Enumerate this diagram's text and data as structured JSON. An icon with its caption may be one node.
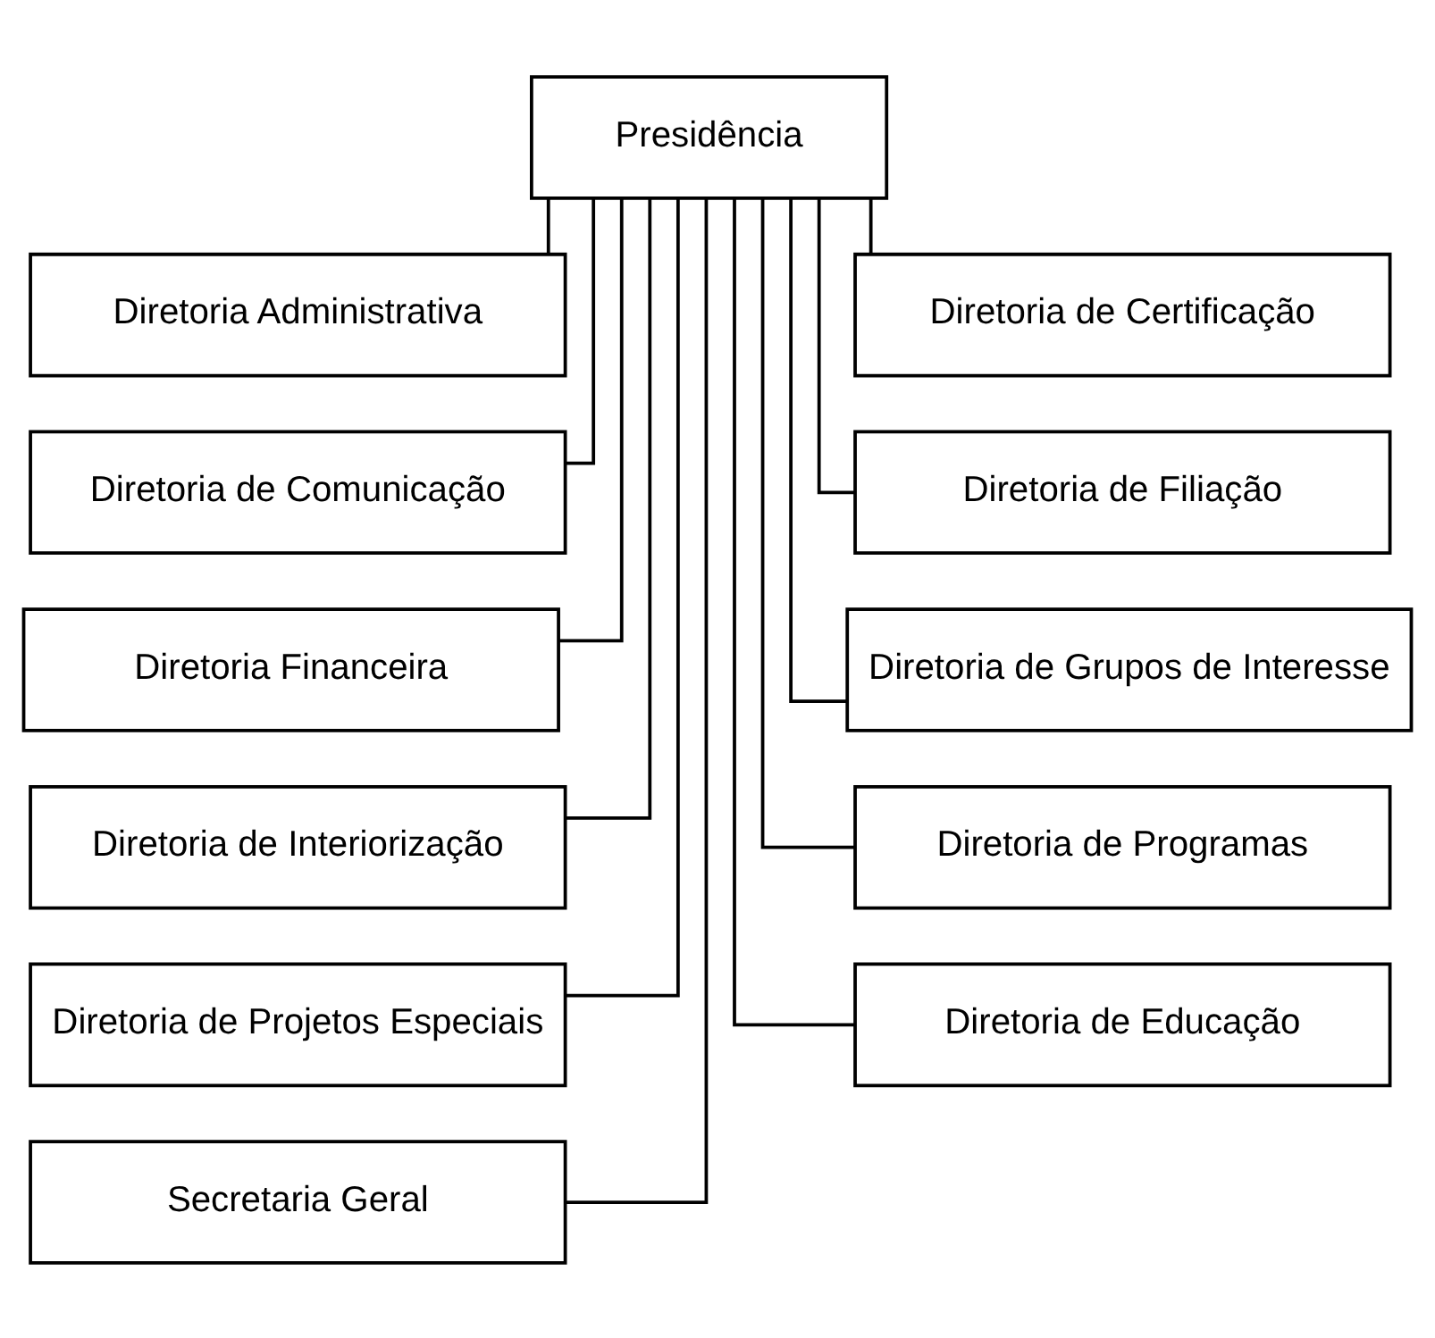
{
  "diagram": {
    "nodes": [
      {
        "text": [
          "Presidência"
        ]
      },
      {
        "text": [
          "Diretoria Administrativa"
        ]
      },
      {
        "text": [
          "Diretoria de Certificação"
        ]
      },
      {
        "text": [
          "Diretoria de Comunicação"
        ]
      },
      {
        "text": [
          "Diretoria de Filiação"
        ]
      },
      {
        "text": [
          "Diretoria Financeira"
        ]
      },
      {
        "text": [
          "Diretoria de Grupos de Interesse"
        ]
      },
      {
        "text": [
          "Diretoria de Interiorização"
        ]
      },
      {
        "text": [
          "Diretoria de Programas"
        ]
      },
      {
        "text": [
          "Diretoria de Projetos Especiais"
        ]
      },
      {
        "text": [
          "Diretoria de Educação"
        ]
      },
      {
        "text": [
          "Secretaria Geral"
        ]
      }
    ],
    "edges": [
      {
        "from": 0,
        "to": 1,
        "arrow": "none"
      },
      {
        "from": 0,
        "to": 2,
        "arrow": "none"
      },
      {
        "from": 0,
        "to": 3,
        "arrow": "none"
      },
      {
        "from": 0,
        "to": 4,
        "arrow": "none"
      },
      {
        "from": 0,
        "to": 5,
        "arrow": "none"
      },
      {
        "from": 0,
        "to": 6,
        "arrow": "none"
      },
      {
        "from": 0,
        "to": 7,
        "arrow": "none"
      },
      {
        "from": 0,
        "to": 8,
        "arrow": "none"
      },
      {
        "from": 0,
        "to": 9,
        "arrow": "none"
      },
      {
        "from": 0,
        "to": 10,
        "arrow": "none"
      },
      {
        "from": 0,
        "to": 11,
        "arrow": "none"
      }
    ]
  }
}
